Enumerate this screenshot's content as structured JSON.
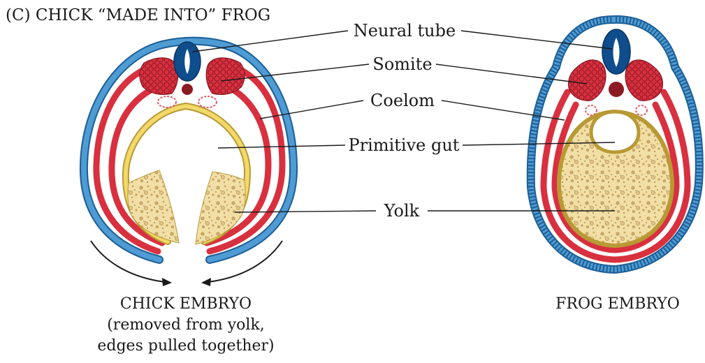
{
  "panel_title": "(C)  CHICK “MADE INTO” FROG",
  "labels": {
    "neural_tube": "Neural tube",
    "somite": "Somite",
    "coelom": "Coelom",
    "primitive_gut": "Primitive gut",
    "yolk": "Yolk"
  },
  "chick_caption": {
    "line1": "CHICK EMBRYO",
    "line2": "(removed from yolk,",
    "line3": "edges pulled together)"
  },
  "frog_caption": "FROG EMBRYO",
  "colors": {
    "ectoderm_blue": "#3d86bf",
    "neural_tube_blue": "#0f4d8c",
    "mesoderm_red": "#d9303f",
    "notochord": "#8b1a22",
    "endoderm_yellow": "#f3d86a",
    "yolk_fill": "#f1dfa6",
    "yolk_granule": "#c9a25a"
  }
}
